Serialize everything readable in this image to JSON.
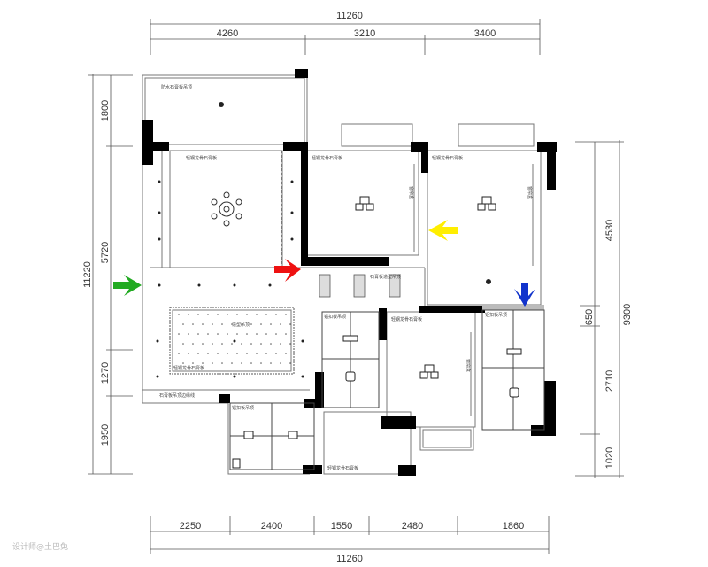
{
  "dimensions": {
    "top_total": "11260",
    "top": [
      "4260",
      "3210",
      "3400"
    ],
    "bottom_total": "11260",
    "bottom": [
      "2250",
      "2400",
      "1550",
      "2480",
      "1860"
    ],
    "left_total": "11220",
    "left": [
      "1800",
      "5720",
      "1270",
      "1950"
    ],
    "right_total": "9300",
    "right": [
      "4530",
      "650",
      "2710",
      "1020"
    ]
  },
  "labels": {
    "balcony": "防水石膏板吊顶",
    "living_ceiling": "轻钢龙骨石膏板",
    "bedroom1": "轻钢龙骨石膏板",
    "bedroom2": "轻钢龙骨石膏板",
    "bedroom3": "轻钢龙骨石膏板",
    "study": "轻钢龙骨石膏板",
    "kitchen": "铝扣板吊顶",
    "bath1": "铝扣板吊顶",
    "bath2": "铝扣板吊顶",
    "dining_feature": "造型吊顶",
    "dining_edge": "轻钢龙骨石膏板",
    "curtain_box1": "窗帘盒",
    "curtain_box2": "窗帘盒",
    "curtain_box3": "窗帘盒",
    "corridor": "石膏板造型吊顶",
    "living_edge": "石膏板吊顶边缘线"
  },
  "watermark": "设计师@土巴兔",
  "markers": {
    "green": "#22aa22",
    "red": "#ee1111",
    "yellow": "#ffee00",
    "blue": "#1133cc"
  }
}
